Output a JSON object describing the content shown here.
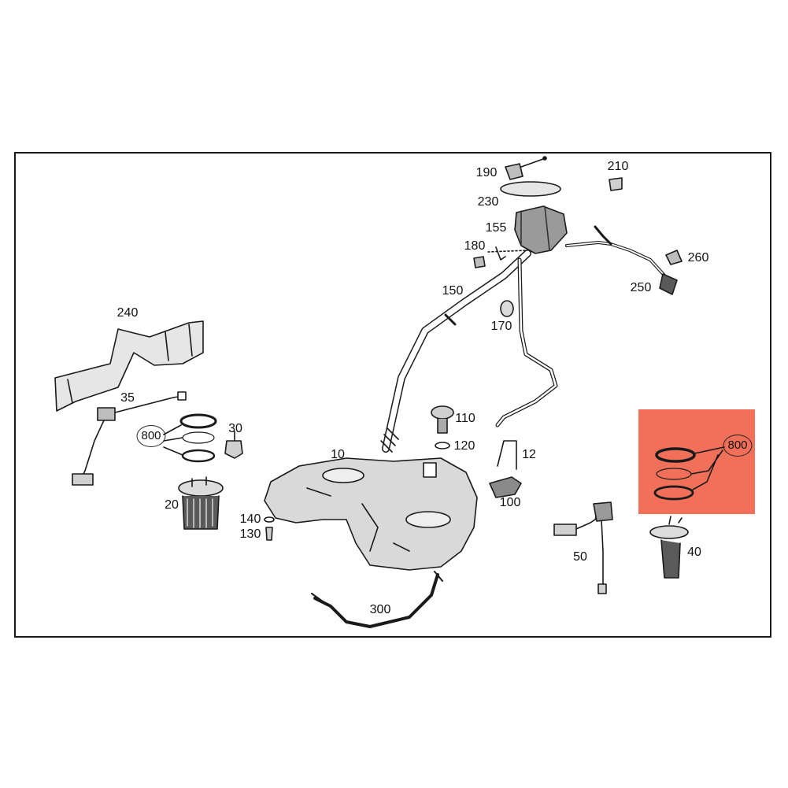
{
  "diagram": {
    "highlight_color": "#f2705a",
    "line_color": "#1a1a1a",
    "part_fill": "#d9d9d9",
    "labels": {
      "p10": "10",
      "p12": "12",
      "p20": "20",
      "p30": "30",
      "p35": "35",
      "p40": "40",
      "p50": "50",
      "p100": "100",
      "p110": "110",
      "p120": "120",
      "p130": "130",
      "p140": "140",
      "p150": "150",
      "p155": "155",
      "p170": "170",
      "p180": "180",
      "p190": "190",
      "p210": "210",
      "p230": "230",
      "p240": "240",
      "p250": "250",
      "p260": "260",
      "p300": "300",
      "p800_left": "800",
      "p800_right": "800"
    }
  }
}
